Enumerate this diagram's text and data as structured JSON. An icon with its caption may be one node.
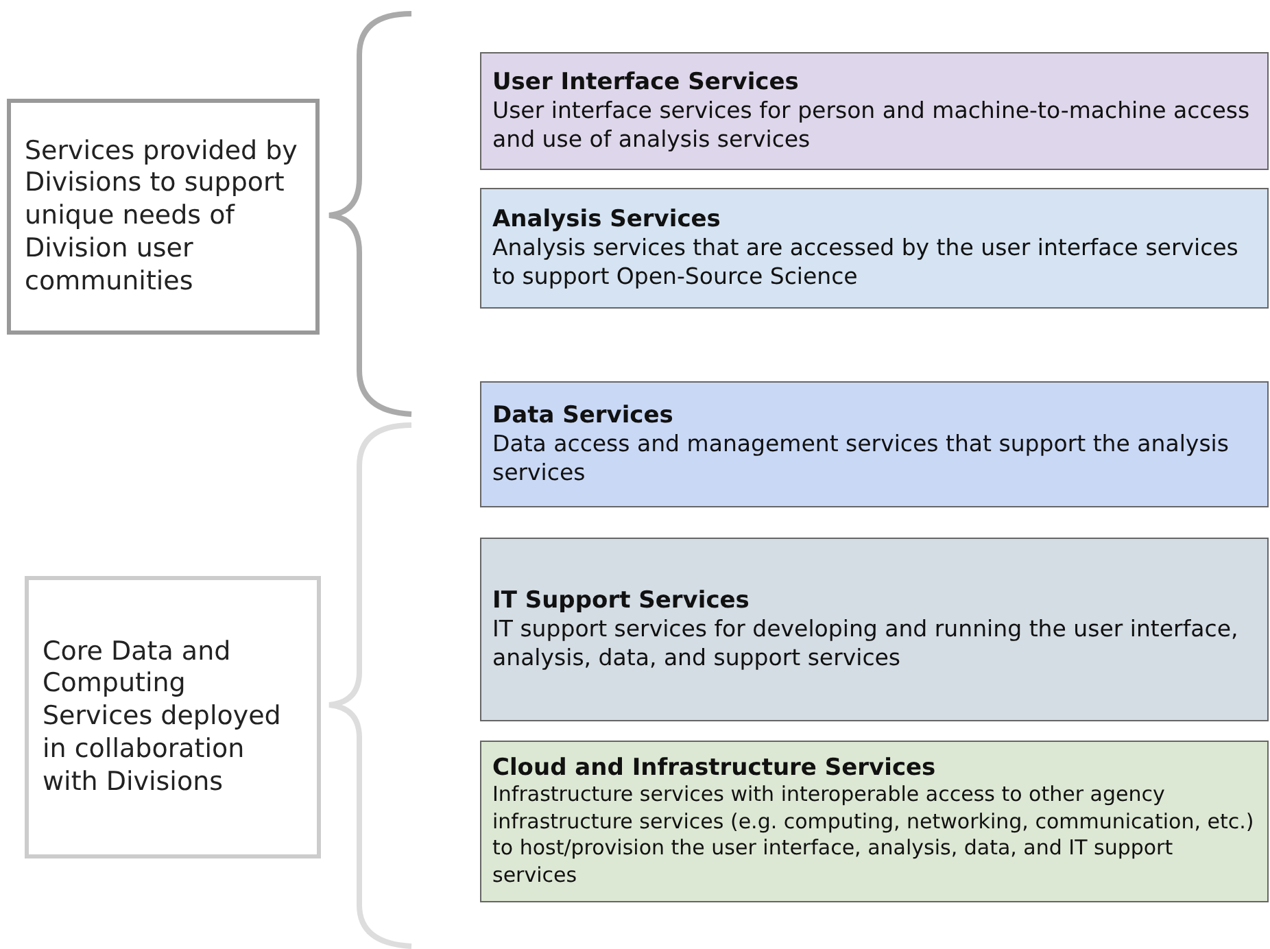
{
  "diagram": {
    "nodes": [
      {
        "text": [
          "Services provided by Divisions to support unique needs of Division user communities"
        ]
      },
      {
        "text": [
          "Core Data and Computing Services deployed in collaboration with Divisions"
        ]
      },
      {
        "text": [
          "User Interface Services",
          "User interface services for person and machine-to-machine access and use of analysis services"
        ]
      },
      {
        "text": [
          "Analysis Services",
          "Analysis services that are accessed by the user interface services to support Open-Source Science"
        ]
      },
      {
        "text": [
          "Data Services",
          "Data access and management services that support the analysis services"
        ]
      },
      {
        "text": [
          "IT Support Services",
          "IT support services for developing and running the user interface, analysis, data, and support services"
        ]
      },
      {
        "text": [
          "Cloud and Infrastructure Services",
          "Infrastructure services with interoperable access to other agency infrastructure services (e.g. computing, networking, communication, etc.) to host/provision the user interface, analysis, data, and IT support services"
        ]
      }
    ],
    "edges": []
  }
}
